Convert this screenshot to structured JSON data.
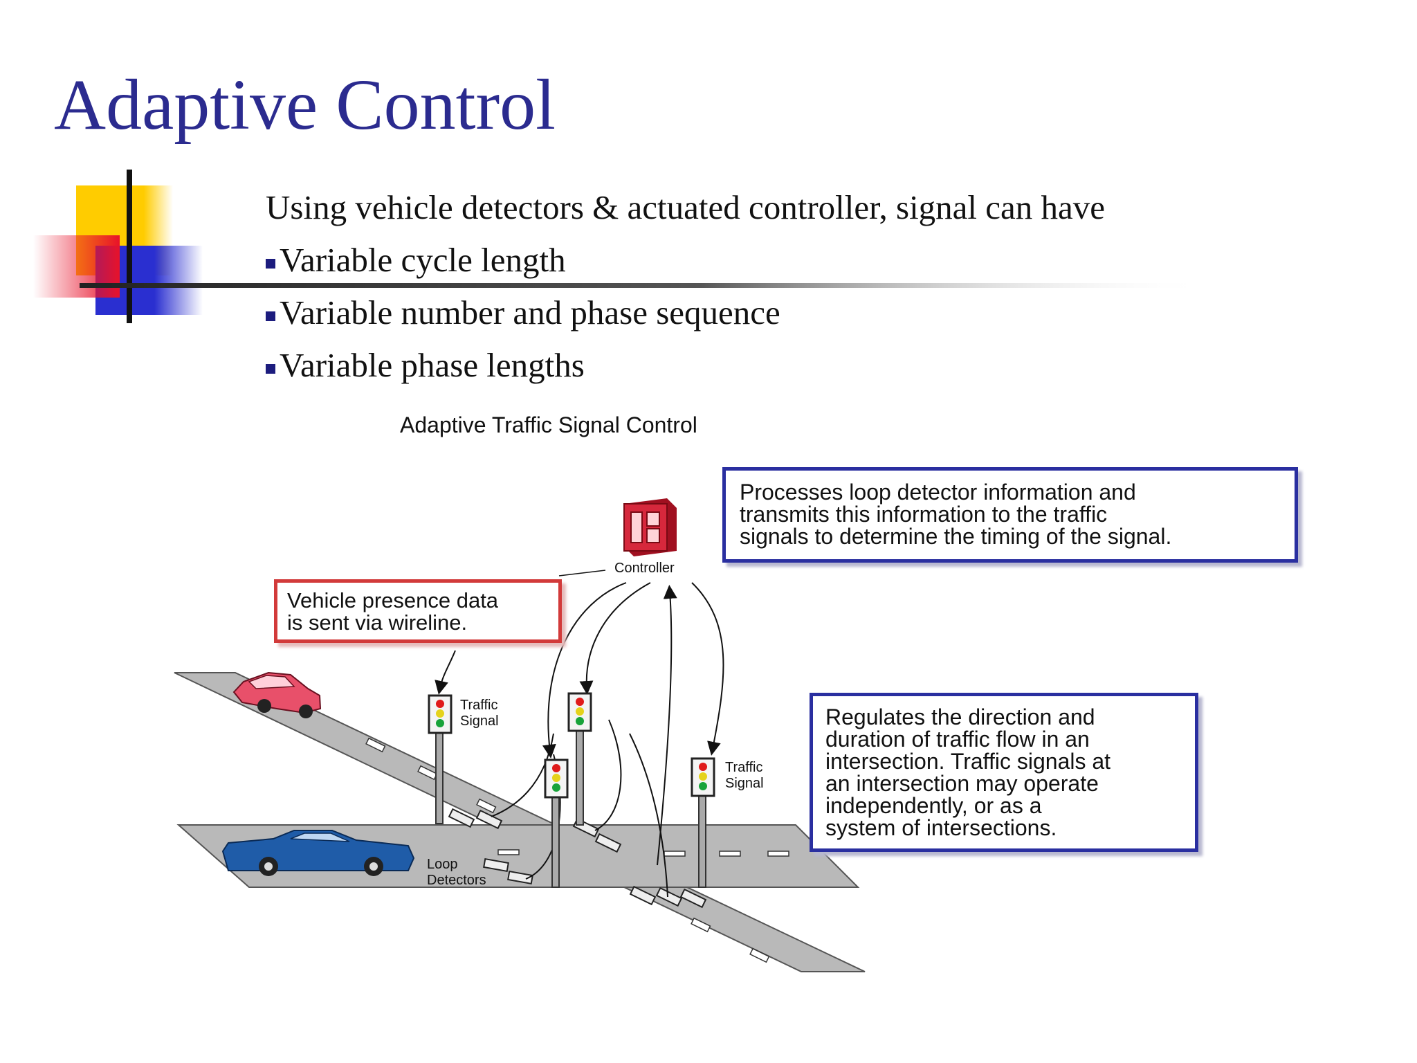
{
  "slide": {
    "title": "Adaptive Control",
    "intro": "Using vehicle detectors & actuated controller, signal can have",
    "bullets": [
      "Variable cycle length",
      "Variable number and phase sequence",
      "Variable phase lengths"
    ]
  },
  "diagram": {
    "title": "Adaptive Traffic Signal Control",
    "callouts": {
      "process": [
        "Processes loop detector information and",
        "transmits this information to the traffic",
        "signals to determine the timing of the signal."
      ],
      "vehicle": [
        "Vehicle presence data",
        "is sent via wireline."
      ],
      "regulate": [
        "Regulates the direction and",
        "duration of traffic flow in an",
        "intersection. Traffic signals at",
        "an intersection may operate",
        "independently, or as a",
        "system of intersections."
      ]
    },
    "labels": {
      "controller": "Controller",
      "traffic_signal_1": [
        "Traffic",
        "Signal"
      ],
      "traffic_signal_2": [
        "Traffic",
        "Signal"
      ],
      "loop_detectors": [
        "Loop",
        "Detectors"
      ]
    },
    "colors": {
      "title": "#2b2b8f",
      "callout_blue": "#2a2fa0",
      "callout_red": "#d23a3a",
      "controller": "#d6283c",
      "road": "#b9b9b9",
      "car_red": "#e8506a",
      "car_blue": "#1f5ca8"
    }
  }
}
